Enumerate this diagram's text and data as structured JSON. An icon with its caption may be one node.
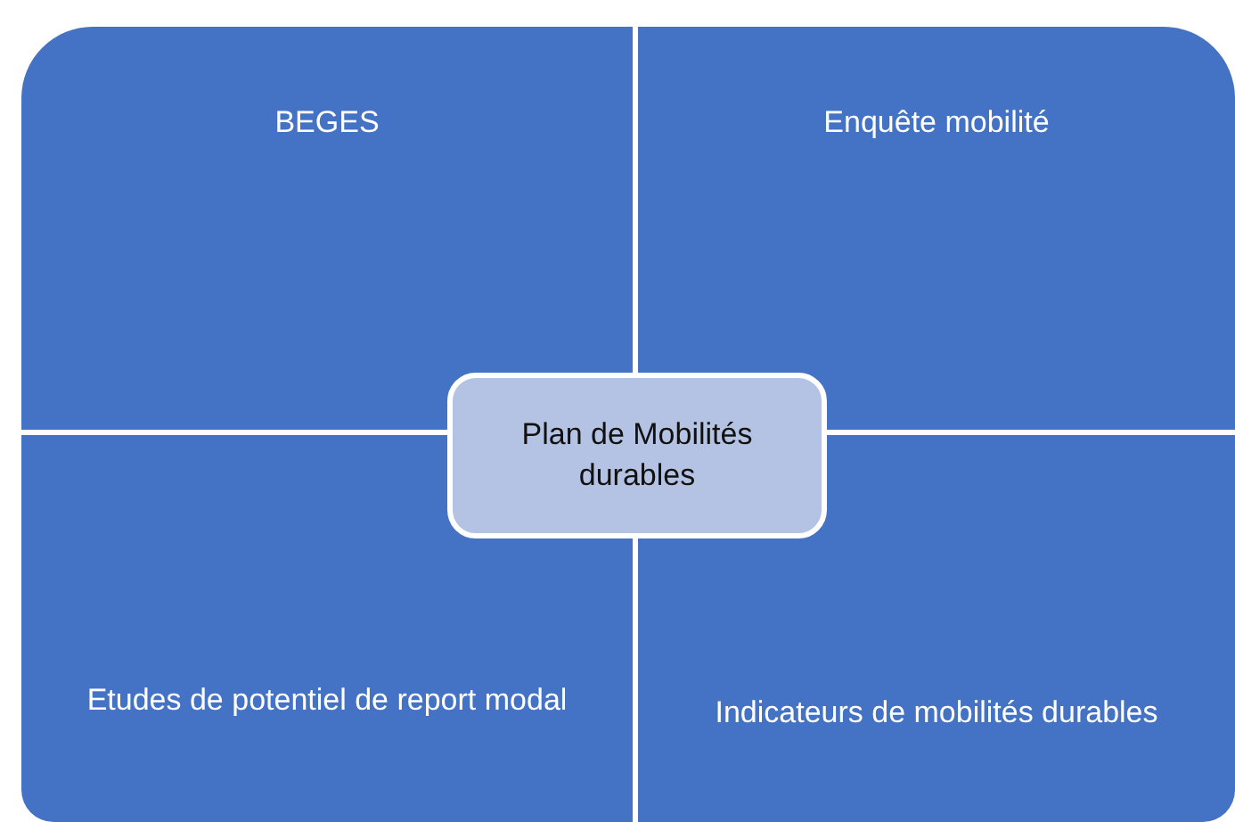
{
  "diagram": {
    "nodes": [
      {
        "text": [
          "BEGES"
        ]
      },
      {
        "text": [
          "Enquête mobilité"
        ]
      },
      {
        "text": [
          "Plan de Mobilités durables"
        ]
      },
      {
        "text": [
          "Etudes de potentiel de report modal"
        ]
      },
      {
        "text": [
          "Indicateurs de mobilités durables"
        ]
      }
    ],
    "edges": []
  }
}
